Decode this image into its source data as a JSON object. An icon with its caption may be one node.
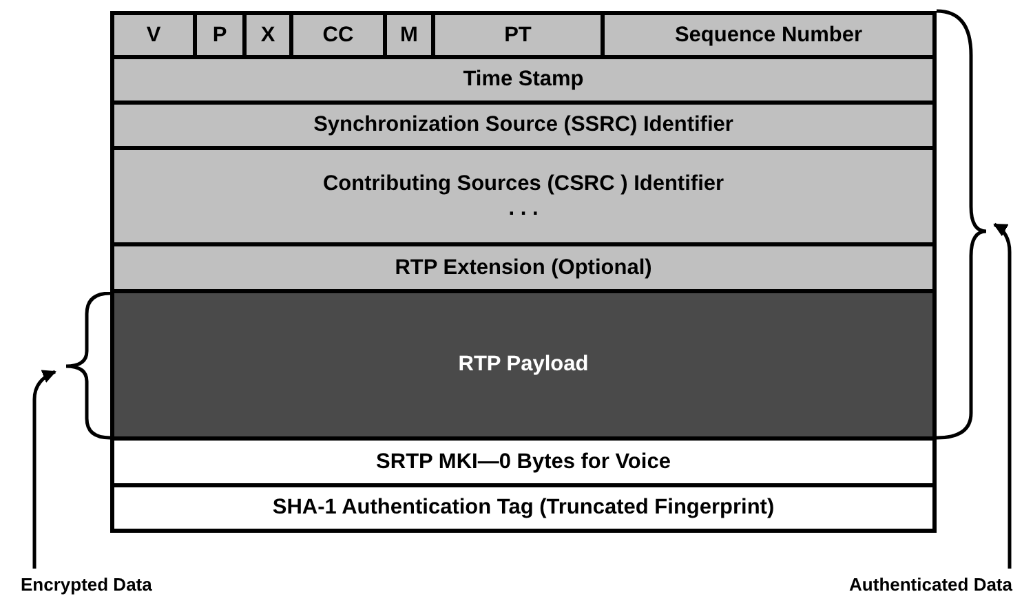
{
  "diagram": {
    "nodes": [
      {
        "text": [
          "V"
        ]
      },
      {
        "text": [
          "P"
        ]
      },
      {
        "text": [
          "X"
        ]
      },
      {
        "text": [
          "CC"
        ]
      },
      {
        "text": [
          "M"
        ]
      },
      {
        "text": [
          "PT"
        ]
      },
      {
        "text": [
          "Sequence Number"
        ]
      },
      {
        "text": [
          "Time Stamp"
        ]
      },
      {
        "text": [
          "Synchronization Source (SSRC) Identifier"
        ]
      },
      {
        "text": [
          "Contributing Sources (CSRC ) Identifier",
          ". . ."
        ]
      },
      {
        "text": [
          "RTP Extension (Optional)"
        ]
      },
      {
        "text": [
          "RTP Payload"
        ]
      },
      {
        "text": [
          "SRTP MKI—0 Bytes for Voice"
        ]
      },
      {
        "text": [
          "SHA-1 Authentication Tag (Truncated Fingerprint)"
        ]
      },
      {
        "text": [
          "Encrypted Data"
        ]
      },
      {
        "text": [
          "Authenticated Data"
        ]
      },
      {
        "text": [],
        "shape": "brace"
      },
      {
        "text": [],
        "shape": "brace"
      }
    ],
    "edges": [
      {
        "from": 14,
        "to": 16,
        "arrow": "to"
      },
      {
        "from": 15,
        "to": 17,
        "arrow": "to"
      }
    ]
  }
}
